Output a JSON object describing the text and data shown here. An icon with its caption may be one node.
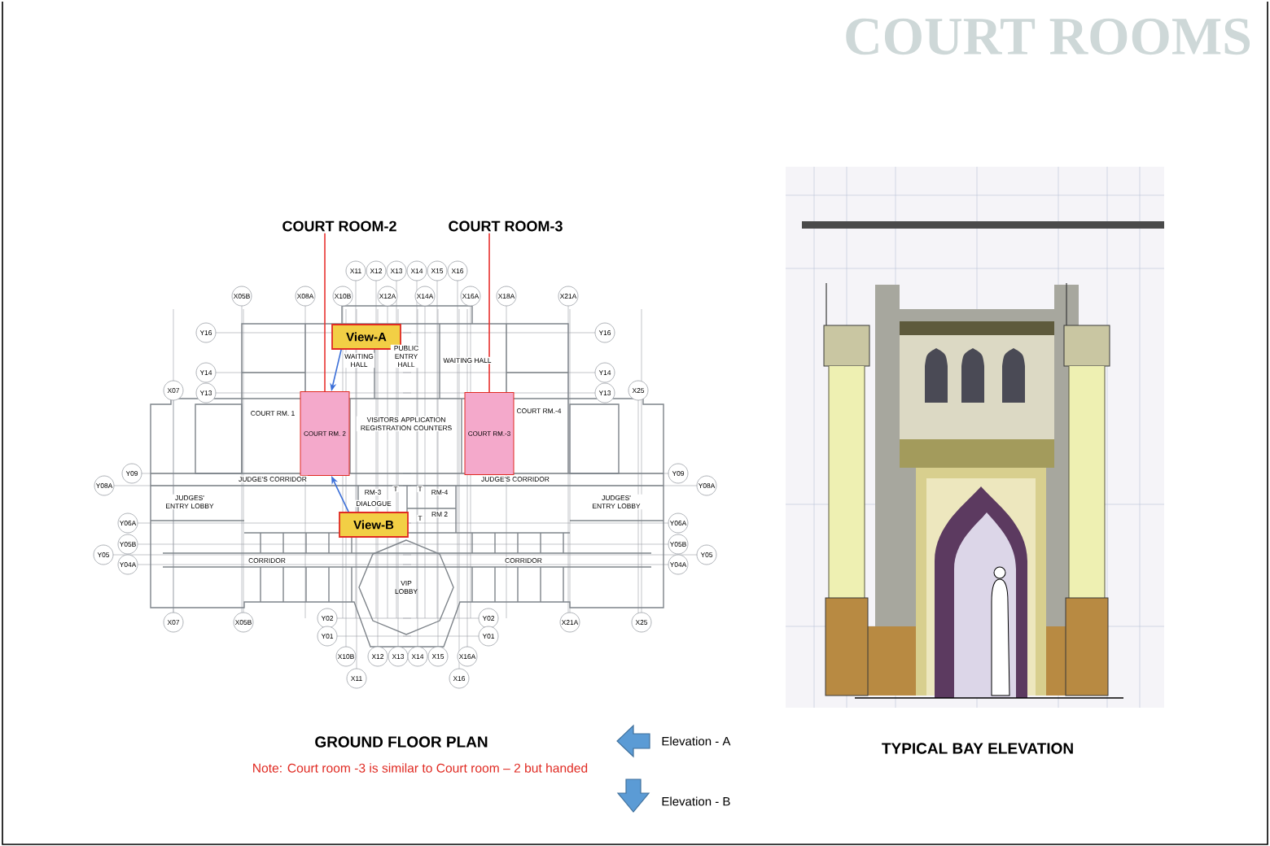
{
  "diagram": {
    "title": "COURT ROOMS",
    "nodes": [
      {
        "text": [
          "COURT ROOM-2"
        ]
      },
      {
        "text": [
          "COURT ROOM-3"
        ]
      },
      {
        "text": [
          "X11"
        ]
      },
      {
        "text": [
          "X12"
        ]
      },
      {
        "text": [
          "X13"
        ]
      },
      {
        "text": [
          "X14"
        ]
      },
      {
        "text": [
          "X15"
        ]
      },
      {
        "text": [
          "X16"
        ]
      },
      {
        "text": [
          "X05B"
        ]
      },
      {
        "text": [
          "X08A"
        ]
      },
      {
        "text": [
          "X10B"
        ]
      },
      {
        "text": [
          "X12A"
        ]
      },
      {
        "text": [
          "X14A"
        ]
      },
      {
        "text": [
          "X16A"
        ]
      },
      {
        "text": [
          "X18A"
        ]
      },
      {
        "text": [
          "X21A"
        ]
      },
      {
        "text": [
          "Y16"
        ]
      },
      {
        "text": [
          "View-A"
        ]
      },
      {
        "text": [
          "Y16"
        ]
      },
      {
        "text": [
          "Y14"
        ]
      },
      {
        "text": [
          "Y14"
        ]
      },
      {
        "text": [
          "X07"
        ]
      },
      {
        "text": [
          "Y13"
        ]
      },
      {
        "text": [
          "Y13"
        ]
      },
      {
        "text": [
          "X25"
        ]
      },
      {
        "text": [
          "COURT RM. 2"
        ]
      },
      {
        "text": [
          "COURT RM.-3"
        ]
      },
      {
        "text": [
          "Y09"
        ]
      },
      {
        "text": [
          "Y09"
        ]
      },
      {
        "text": [
          "Y08A"
        ]
      },
      {
        "text": [
          "Y08A"
        ]
      },
      {
        "text": [
          "View-B"
        ]
      },
      {
        "text": [
          "Y06A"
        ]
      },
      {
        "text": [
          "Y06A"
        ]
      },
      {
        "text": [
          "Y05B"
        ]
      },
      {
        "text": [
          "Y05B"
        ]
      },
      {
        "text": [
          "Y05"
        ]
      },
      {
        "text": [
          "Y05"
        ]
      },
      {
        "text": [
          "Y04A"
        ]
      },
      {
        "text": [
          "Y04A"
        ]
      },
      {
        "text": [
          "VIP LOBBY"
        ]
      },
      {
        "text": [
          "Y02"
        ]
      },
      {
        "text": [
          "Y02"
        ]
      },
      {
        "text": [
          "X07"
        ]
      },
      {
        "text": [
          "X05B"
        ]
      },
      {
        "text": [
          "X21A"
        ]
      },
      {
        "text": [
          "X25"
        ]
      },
      {
        "text": [
          "Y01"
        ]
      },
      {
        "text": [
          "Y01"
        ]
      },
      {
        "text": [
          "X10B"
        ]
      },
      {
        "text": [
          "X12"
        ]
      },
      {
        "text": [
          "X13"
        ]
      },
      {
        "text": [
          "X14"
        ]
      },
      {
        "text": [
          "X15"
        ]
      },
      {
        "text": [
          "X16A"
        ]
      },
      {
        "text": [
          "X11"
        ]
      },
      {
        "text": [
          "X16"
        ]
      }
    ],
    "edges": [
      {
        "from": 0,
        "to": 25,
        "arrow": "none",
        "color": "#e8312f"
      },
      {
        "from": 1,
        "to": 26,
        "arrow": "none",
        "color": "#e8312f"
      },
      {
        "from": 17,
        "to": 25,
        "arrow": "to",
        "color": "#3b6fd8"
      },
      {
        "from": 31,
        "to": 25,
        "arrow": "to",
        "color": "#3b6fd8"
      }
    ],
    "labels": [
      "WAITING HALL",
      "PUBLIC ENTRY HALL",
      "WAITING HALL",
      "COURT RM. 1",
      "COURT RM.-4",
      "VISITORS APPLICATION REGISTRATION COUNTERS",
      "JUDGE'S CORRIDOR",
      "JUDGE'S CORRIDOR",
      "T",
      "T",
      "RM-3",
      "RM-4",
      "JUDGES' ENTRY LOBBY",
      "JUDGES' ENTRY LOBBY",
      "DIALOGUE",
      "RM 2",
      "T",
      "CORRIDOR",
      "CORRIDOR",
      "GROUND FLOOR PLAN",
      "Note: Court room -3 is similar to Court room – 2 but handed",
      "TYPICAL BAY ELEVATION"
    ],
    "legend": [
      {
        "text": "Elevation - A"
      },
      {
        "text": "Elevation - B"
      }
    ]
  }
}
